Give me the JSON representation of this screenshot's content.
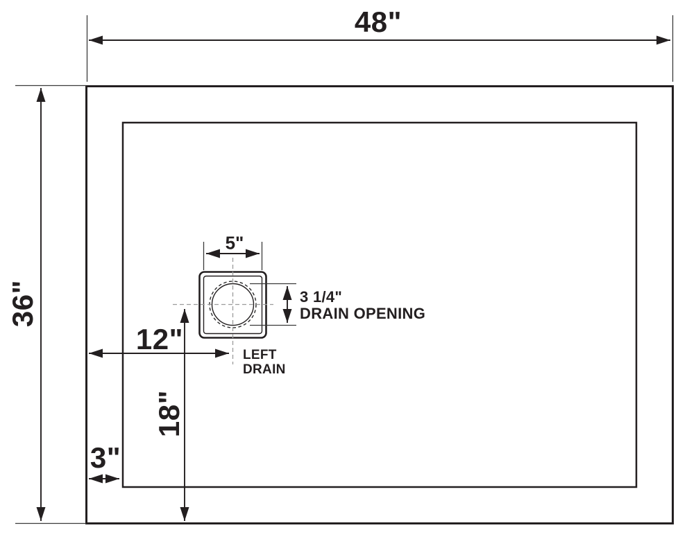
{
  "diagram": {
    "overall_width": "48\"",
    "overall_depth": "36\"",
    "drain_offset_from_left": "12\"",
    "drain_offset_from_bottom": "18\"",
    "edge_border_width": "3\"",
    "drain_flange_width": "5\"",
    "drain_opening": {
      "size": "3 1/4\"",
      "caption": "DRAIN OPENING"
    },
    "drain_label": {
      "line1": "LEFT",
      "line2": "DRAIN"
    },
    "colors": {
      "line": "#231F20",
      "centerline": "#9B9B9B",
      "background": "#FFFFFF"
    }
  }
}
